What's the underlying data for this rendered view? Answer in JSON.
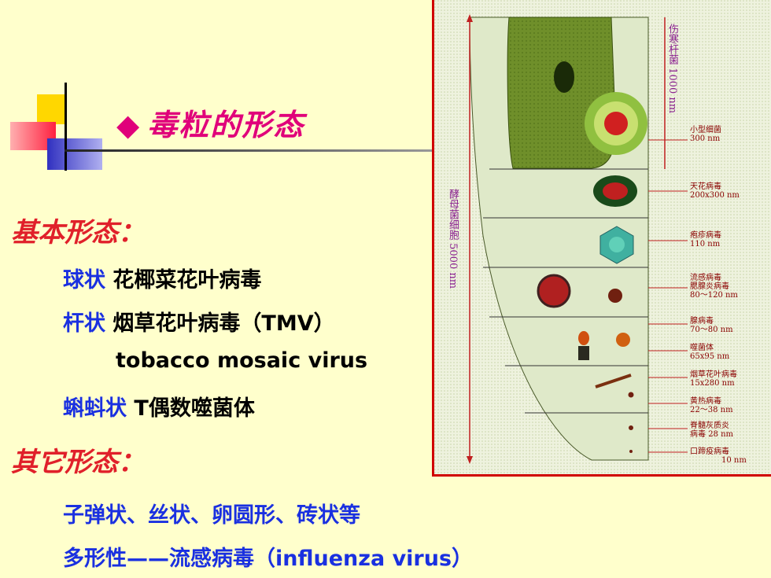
{
  "slide": {
    "title": "毒粒的形态",
    "basic_heading": "基本形态：",
    "basic_items": [
      {
        "shape": "球状",
        "desc": "花椰菜花叶病毒"
      },
      {
        "shape": "杆状",
        "desc": "烟草花叶病毒（TMV）"
      },
      {
        "shape": "",
        "desc": "tobacco mosaic virus"
      },
      {
        "shape": "蝌蚪状",
        "desc": "T偶数噬菌体"
      }
    ],
    "other_heading": "其它形态：",
    "other_lines": [
      "子弹状、丝状、卵圆形、砖状等",
      "多形性——流感病毒（influenza virus）"
    ]
  },
  "figure": {
    "left_scale": "酵母菌细胞 5000 nm",
    "right_scale": "伤寒杆菌 1000 nm",
    "labels": [
      {
        "name": "小型细菌",
        "size": "300 nm"
      },
      {
        "name": "天花病毒",
        "size": "200x300 nm"
      },
      {
        "name": "疱疹病毒",
        "size": "110 nm"
      },
      {
        "name": "流感病毒",
        "size": ""
      },
      {
        "name": "腮腺炎病毒",
        "size": "80～120 nm"
      },
      {
        "name": "腺病毒",
        "size": "70～80 nm"
      },
      {
        "name": "噬菌体",
        "size": "65x95 nm"
      },
      {
        "name": "烟草花叶病毒",
        "size": "15x280 nm"
      },
      {
        "name": "黄热病毒",
        "size": "22～38 nm"
      },
      {
        "name": "脊髓灰质炎",
        "size": ""
      },
      {
        "name": "病毒",
        "size": "28 nm"
      },
      {
        "name": "口蹄疫病毒",
        "size": "10 nm"
      }
    ],
    "colors": {
      "green_cell": "#6f8f2a",
      "band": "#e8eed8",
      "virus_red": "#c01818"
    }
  }
}
